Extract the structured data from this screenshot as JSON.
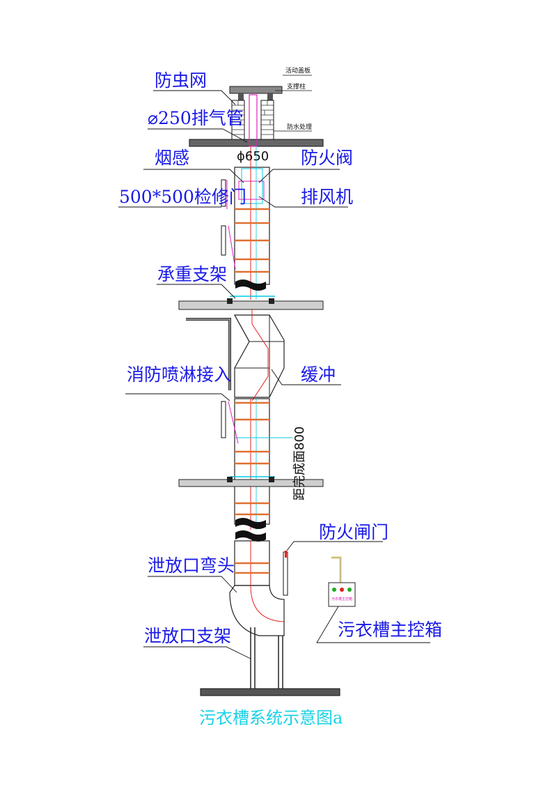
{
  "labels": {
    "insect_net": "防虫网",
    "exhaust_pipe": "⌀250排气管",
    "smoke_sensor": "烟感",
    "fire_damper": "防火阀",
    "access_door": "500*500检修门",
    "exhaust_fan": "排风机",
    "load_bracket": "承重支架",
    "sprinkler": "消防喷淋接入",
    "buffer": "缓冲",
    "fire_gate": "防火闸门",
    "discharge_elbow": "泄放口弯头",
    "discharge_bracket": "泄放口支架",
    "control_box": "污衣槽主控箱"
  },
  "notes": {
    "movable_cover": "活动盖板",
    "support_column": "支撑柱",
    "waterproofing": "防水处理",
    "diameter": "ϕ650",
    "clearance": "距完成面800",
    "box_label": "污衣槽主控箱"
  },
  "caption": "污衣槽系统示意图a",
  "colors": {
    "label": "#1a1ae6",
    "caption": "#19d2e6",
    "chute_band": "#e07030",
    "centerline": "#e8201e",
    "magenta": "#e020c0",
    "cyan": "#00c8e0",
    "slab": "#cfcfcf"
  }
}
